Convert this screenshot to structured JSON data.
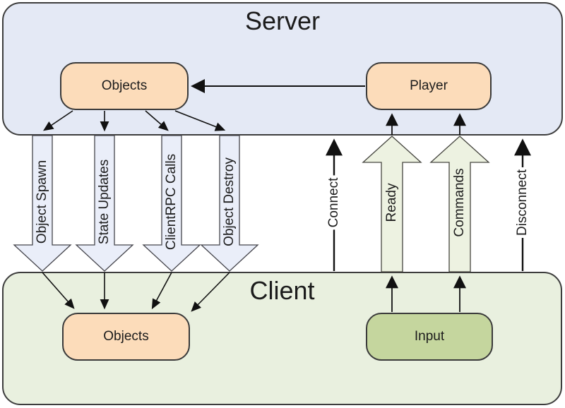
{
  "server": {
    "title": "Server",
    "objects": "Objects",
    "player": "Player"
  },
  "client": {
    "title": "Client",
    "objects": "Objects",
    "input": "Input"
  },
  "down_arrows": [
    {
      "label": "Object Spawn"
    },
    {
      "label": "State Updates"
    },
    {
      "label": "ClientRPC Calls"
    },
    {
      "label": "Object Destroy"
    }
  ],
  "up_arrows": [
    {
      "label": "Ready"
    },
    {
      "label": "Commands"
    }
  ],
  "line_arrows": [
    {
      "label": "Connect"
    },
    {
      "label": "Disconnect"
    }
  ],
  "colors": {
    "server_fill": "#e4e9f5",
    "client_fill": "#e9f0df",
    "object_fill": "#fcdcba",
    "input_fill": "#c5d69e",
    "down_arrow_fill": "#eaeef9",
    "up_arrow_fill": "#edf2e1",
    "border": "#3d3d3d",
    "text": "#1c1c1c"
  }
}
